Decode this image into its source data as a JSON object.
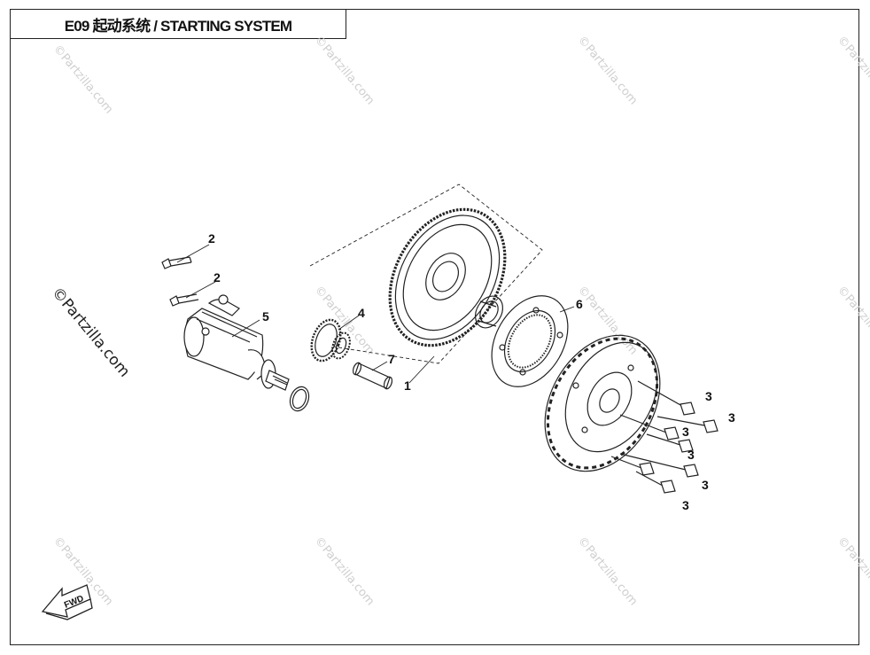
{
  "header": {
    "title": "E09 起动系统 / STARTING SYSTEM"
  },
  "watermark": {
    "text": "©Partzilla.com"
  },
  "side_watermark": {
    "text": "©Partzilla.com"
  },
  "fwd_badge": {
    "text": "FWD"
  },
  "callouts": {
    "c1": "1",
    "c2a": "2",
    "c2b": "2",
    "c3a": "3",
    "c3b": "3",
    "c3c": "3",
    "c3d": "3",
    "c3e": "3",
    "c3f": "3",
    "c4": "4",
    "c5": "5",
    "c6": "6",
    "c7": "7"
  },
  "colors": {
    "line": "#222222",
    "watermark": "#cfcfcf",
    "border": "#222222"
  }
}
